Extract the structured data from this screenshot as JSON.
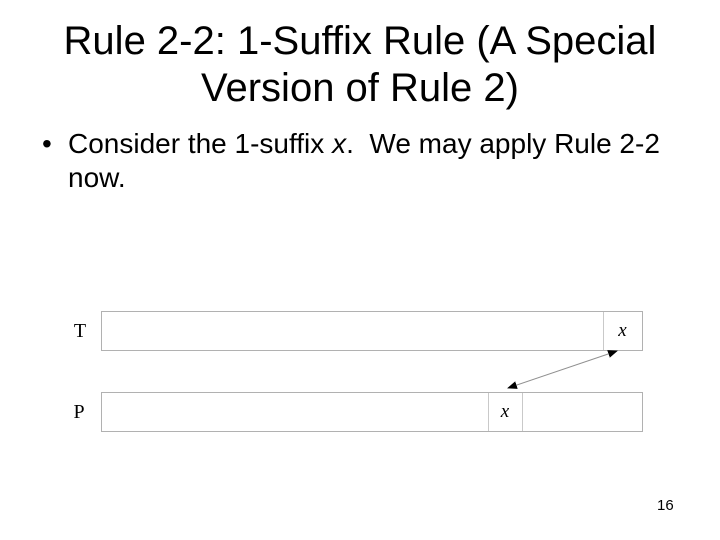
{
  "slide": {
    "title": {
      "line1": "Rule 2-2: 1-Suffix Rule (A Special",
      "line2": "Version of Rule 2)"
    },
    "bullet": {
      "marker": "•",
      "text_pre": "Consider the 1-suffix ",
      "text_var": "x",
      "text_post": ".  We may apply Rule 2-2 now."
    },
    "diagram": {
      "rows": [
        {
          "label": "T",
          "cell_label": "x"
        },
        {
          "label": "P",
          "cell_label": "x"
        }
      ],
      "arrow": "double-headed-arrow"
    },
    "page_number": "16"
  },
  "colors": {
    "background": "#ffffff",
    "text": "#000000",
    "bar_border": "#b1b1b1",
    "cell_divider": "#c9c9c9",
    "arrow_line": "#909090",
    "arrowhead": "#000000"
  }
}
